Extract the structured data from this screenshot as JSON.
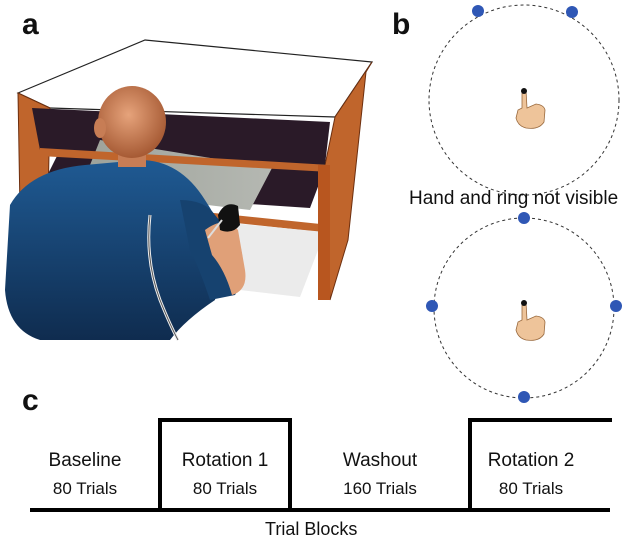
{
  "panels": {
    "a": {
      "letter": "a"
    },
    "b": {
      "letter": "b",
      "caption": "Hand and ring not visible"
    },
    "c": {
      "letter": "c"
    }
  },
  "blocks": [
    {
      "name": "Baseline",
      "trials": "80 Trials"
    },
    {
      "name": "Rotation 1",
      "trials": "80 Trials"
    },
    {
      "name": "Washout",
      "trials": "160 Trials"
    },
    {
      "name": "Rotation 2",
      "trials": "80 Trials"
    }
  ],
  "axis_label": "Trial Blocks",
  "colors": {
    "table_frame": "#b8561f",
    "target_dot": "#2f57b5",
    "shirt": "#1d5387",
    "mirror": "#a8aca5"
  }
}
